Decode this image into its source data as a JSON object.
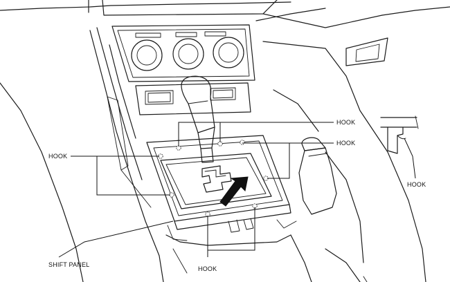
{
  "callouts": {
    "hook_top_right": "HOOK",
    "hook_right": "HOOK",
    "hook_left": "HOOK",
    "hook_bottom": "HOOK",
    "hook_detail": "HOOK",
    "shift_panel": "SHIFT PANEL"
  }
}
